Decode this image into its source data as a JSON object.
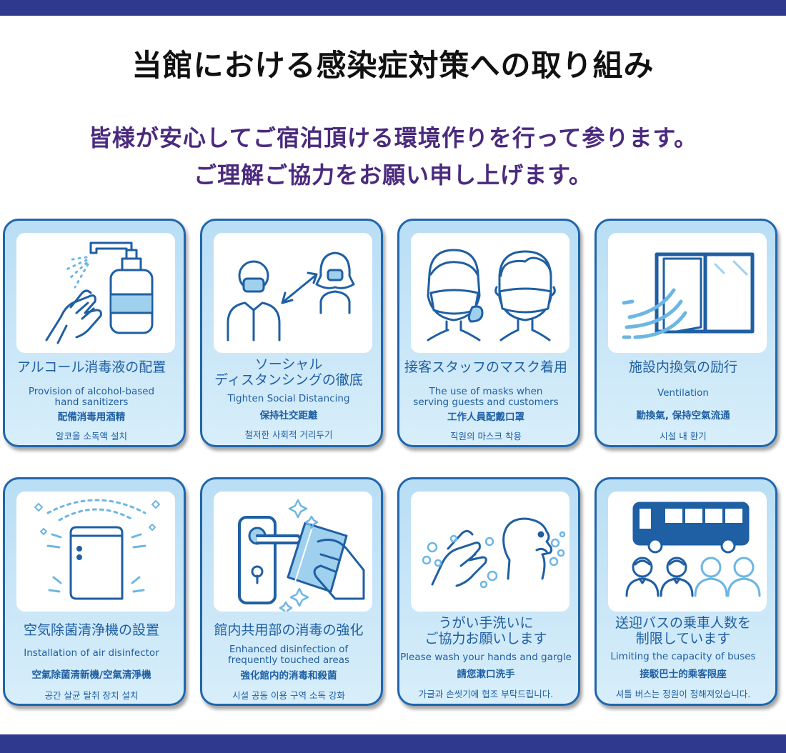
{
  "header": {
    "title": "当館における感染症対策への取り組み",
    "subtitle_line1": "皆様が安心してご宿泊頂ける環境作りを行って参ります。",
    "subtitle_line2": "ご理解ご協力をお願い申し上げます。"
  },
  "colors": {
    "band": "#2f3a8f",
    "card_border": "#1f66ad",
    "card_text": "#1f5fa3",
    "icon_stroke": "#1f5fa3",
    "subtitle": "#4a2a7e"
  },
  "cards": [
    {
      "icon": "hand-sanitizer-icon",
      "jp": [
        "アルコール消毒液の配置"
      ],
      "en": [
        "Provision of alcohol-based",
        "hand sanitizers"
      ],
      "zh": "配備消毒用酒精",
      "ko": "알코올 소독액 설치"
    },
    {
      "icon": "social-distancing-icon",
      "jp": [
        "ソーシャル",
        "ディスタンシングの徹底"
      ],
      "en": [
        "Tighten Social Distancing"
      ],
      "zh": "保持社交距離",
      "ko": "철저한 사회적 거리두기"
    },
    {
      "icon": "face-mask-icon",
      "jp": [
        "接客スタッフのマスク着用"
      ],
      "en": [
        "The use of masks when",
        "serving guests and customers"
      ],
      "zh": "工作人員配戴口罩",
      "ko": "직원의 마스크 착용"
    },
    {
      "icon": "ventilation-window-icon",
      "jp": [
        "施設内換気の励行"
      ],
      "en": [
        "Ventilation"
      ],
      "zh": "勤換氣, 保持空氣流通",
      "ko": "시설 내 환기"
    },
    {
      "icon": "air-purifier-icon",
      "jp": [
        "空気除菌清浄機の設置"
      ],
      "en": [
        "Installation of air disinfector"
      ],
      "zh": "空氣除菌清新機/空氣清淨機",
      "ko": "공간 살균 탈취 장치 설치"
    },
    {
      "icon": "door-handle-disinfection-icon",
      "jp": [
        "館内共用部の消毒の強化"
      ],
      "en": [
        "Enhanced disinfection of",
        "frequently touched areas"
      ],
      "zh": "強化館内的消毒和殺菌",
      "ko": "시설 공동 이용 구역 소독 강화"
    },
    {
      "icon": "handwash-gargle-icon",
      "jp": [
        "うがい手洗いに",
        "ご協力お願いします"
      ],
      "en": [
        "Please wash your hands and gargle"
      ],
      "zh": "請您漱口洗手",
      "ko": "가글과 손씻기에 협조 부탁드립니다."
    },
    {
      "icon": "bus-capacity-icon",
      "jp": [
        "送迎バスの乗車人数を",
        "制限しています"
      ],
      "en": [
        "Limiting the capacity of buses"
      ],
      "zh": "接駁巴士的乘客限座",
      "ko": "셔틀 버스는 정원이 정해져있습니다."
    }
  ]
}
